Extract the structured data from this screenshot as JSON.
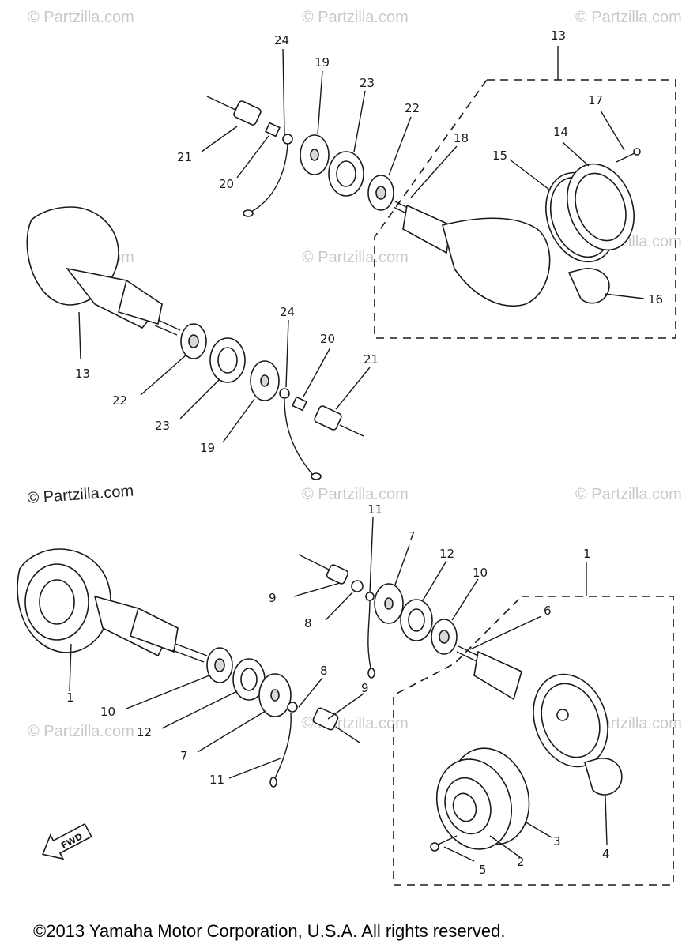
{
  "watermark": {
    "text": "© Partzilla.com",
    "strong_text": "© Partzilla.com"
  },
  "footer": {
    "copyright": "©2013  Yamaha Motor Corporation, U.S.A. All rights reserved."
  },
  "fwd_label": "FWD",
  "labels": {
    "upper": {
      "l13_box": "13",
      "l24_top": "24",
      "l19_top": "19",
      "l23_top": "23",
      "l22_top": "22",
      "l18": "18",
      "l17": "17",
      "l14": "14",
      "l15": "15",
      "l21_top": "21",
      "l20_top": "20",
      "l16": "16",
      "l13_left": "13",
      "l22_bot": "22",
      "l23_bot": "23",
      "l19_bot": "19",
      "l24_bot": "24",
      "l20_bot": "20",
      "l21_bot": "21"
    },
    "lower": {
      "l11_top": "11",
      "l7_top": "7",
      "l12_top": "12",
      "l10_top": "10",
      "l1_box": "1",
      "l9_top": "9",
      "l8_top": "8",
      "l6": "6",
      "l10_bot": "10",
      "l12_bot": "12",
      "l7_bot": "7",
      "l8_bot": "8",
      "l9_bot": "9",
      "l11_bot": "11",
      "l1_left": "1",
      "l3": "3",
      "l2": "2",
      "l5": "5",
      "l4": "4"
    }
  }
}
